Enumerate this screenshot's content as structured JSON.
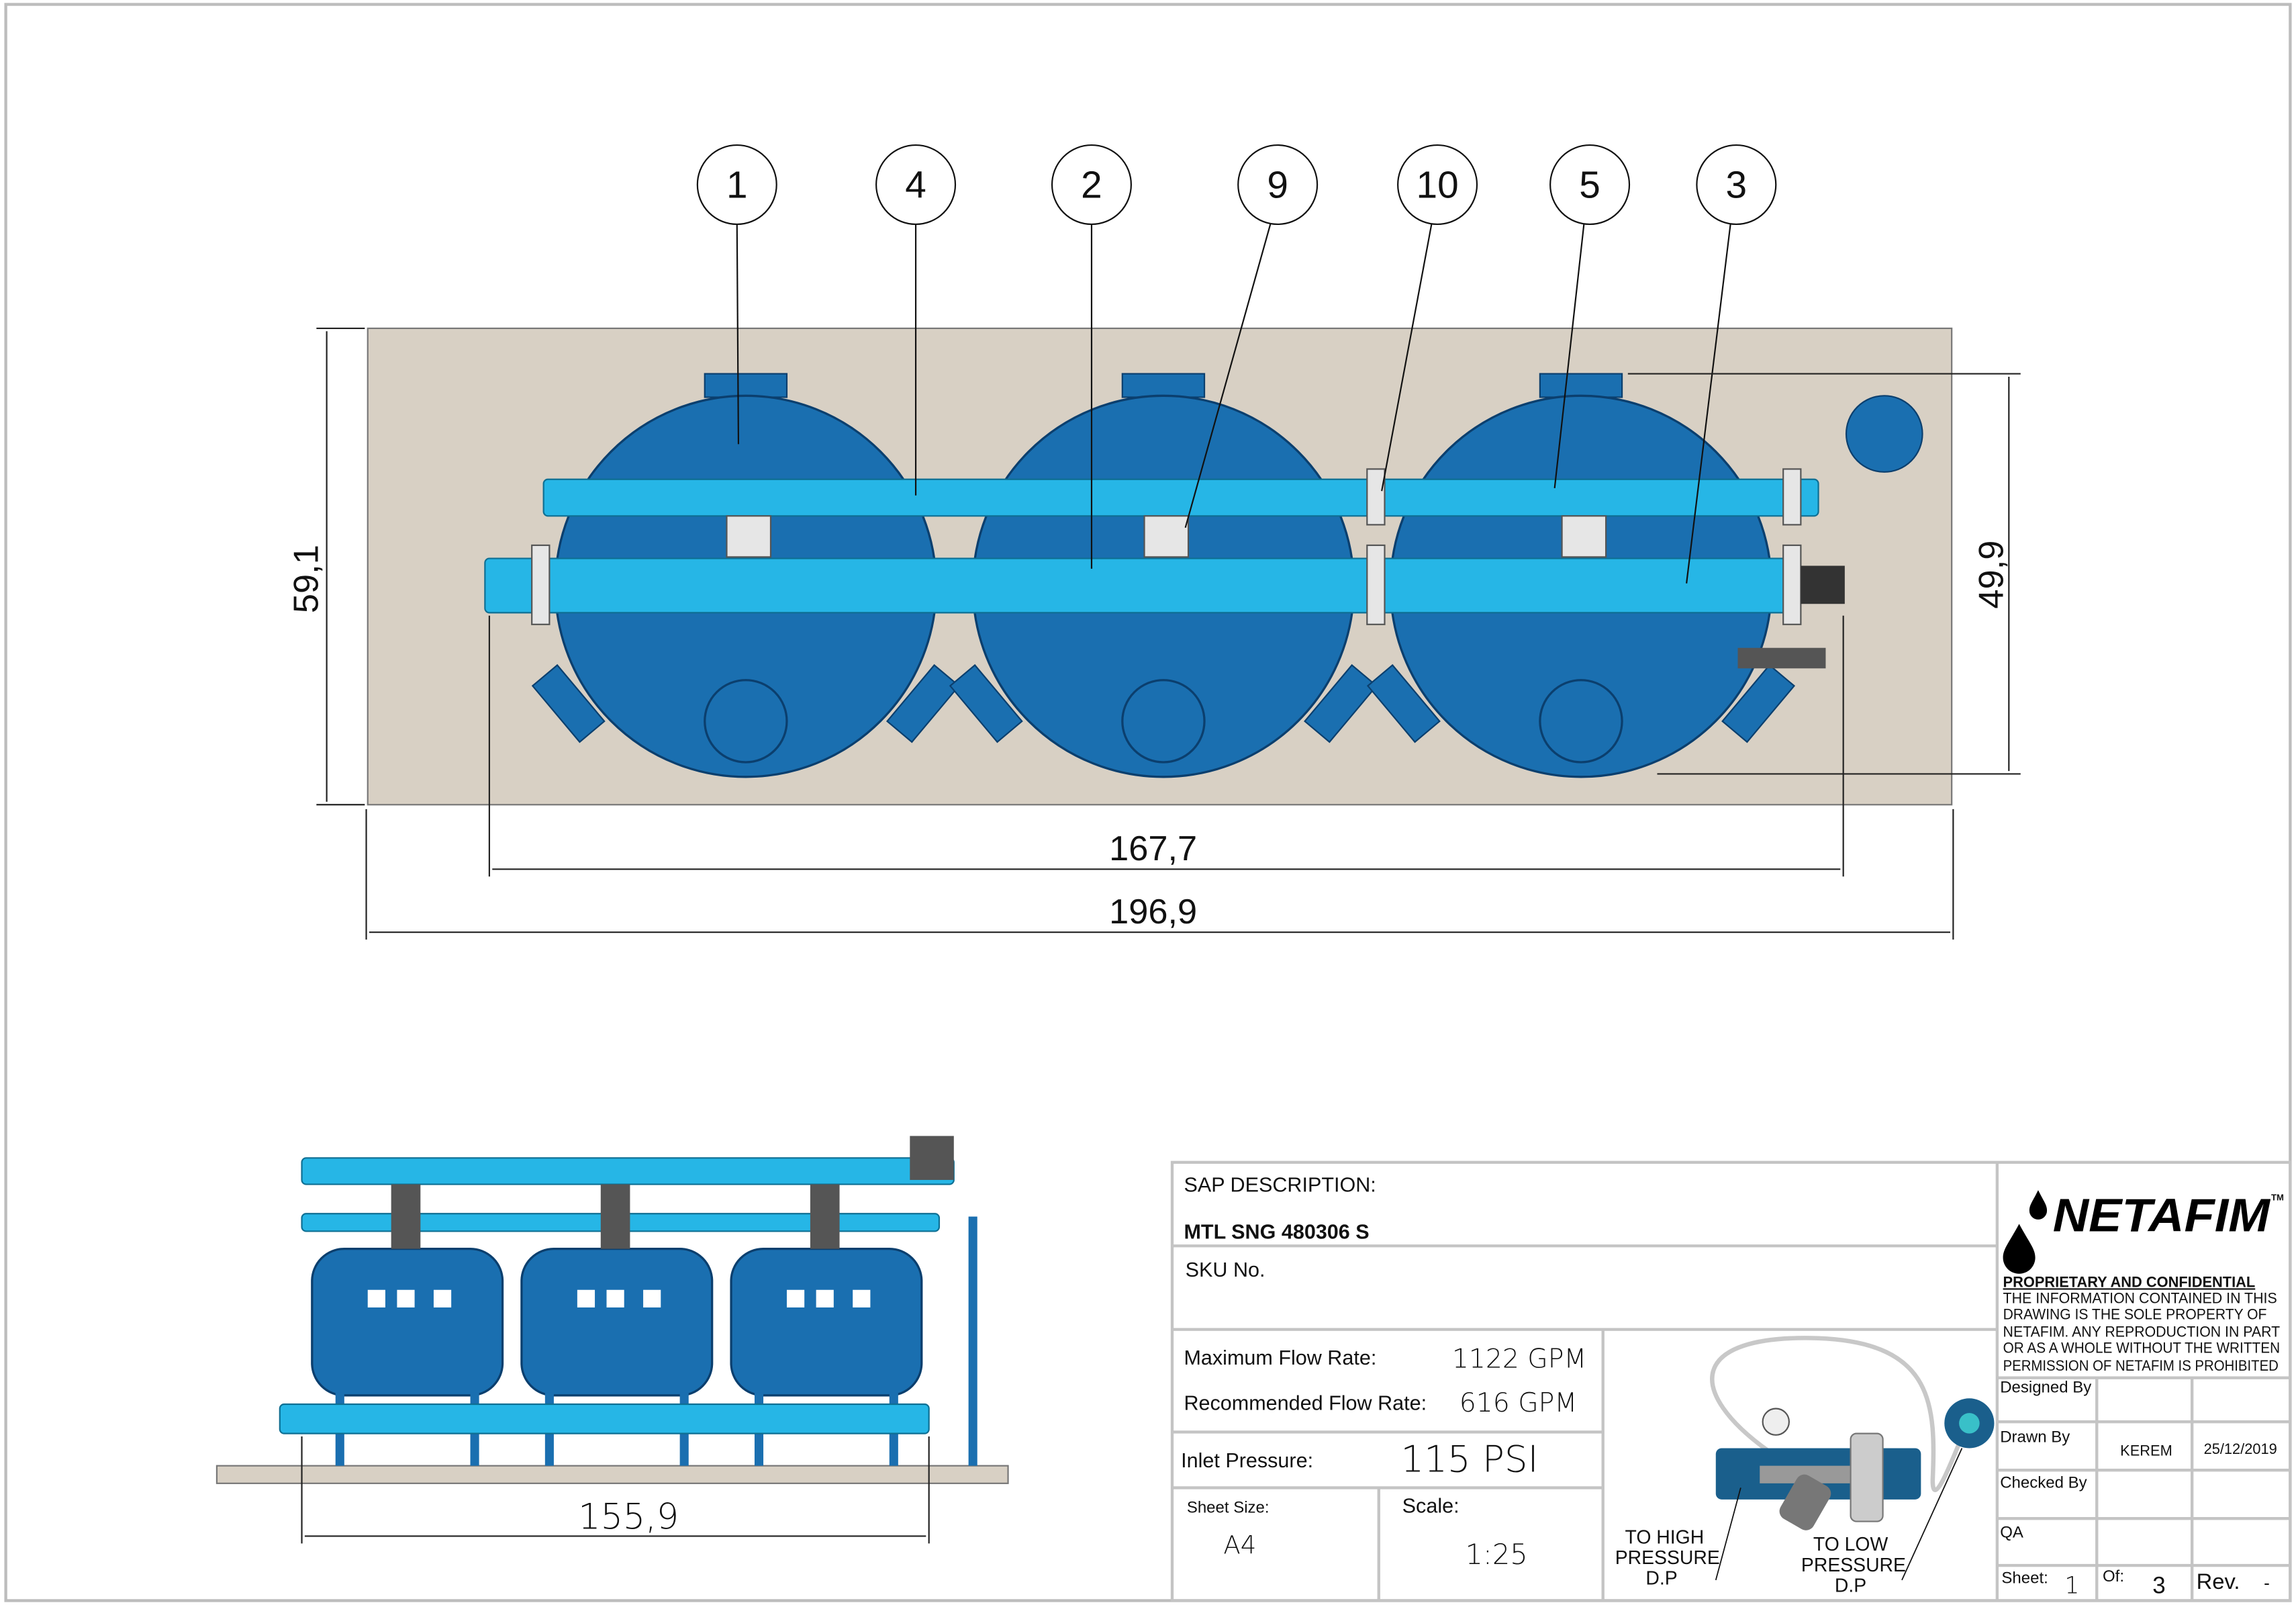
{
  "drawing": {
    "balloons": [
      "1",
      "4",
      "2",
      "9",
      "10",
      "5",
      "3"
    ],
    "dimensions": {
      "height_overall": "59,1",
      "height_tanks": "49,9",
      "length_inner": "167,7",
      "length_overall": "196,9",
      "side_length": "155,9"
    },
    "callouts": {
      "high_pressure": [
        "TO HIGH",
        "PRESSURE",
        "D.P"
      ],
      "low_pressure": [
        "TO LOW",
        "PRESSURE",
        "D.P"
      ]
    }
  },
  "title_block": {
    "sap_label": "SAP DESCRIPTION:",
    "sap_value": "MTL SNG 480306 S",
    "sku_label": "SKU No.",
    "max_flow_label": "Maximum Flow Rate:",
    "max_flow_value": "1122 GPM",
    "rec_flow_label": "Recommended Flow Rate:",
    "rec_flow_value": "616 GPM",
    "inlet_label": "Inlet Pressure:",
    "inlet_value": "115 PSI",
    "sheet_size_label": "Sheet Size:",
    "sheet_size_value": "A4",
    "scale_label": "Scale:",
    "scale_value": "1:25",
    "logo": "NETAFIM",
    "trademark": "TM",
    "confidential_title": "PROPRIETARY AND CONFIDENTIAL",
    "confidential_lines": [
      "THE INFORMATION CONTAINED IN THIS",
      "DRAWING IS THE SOLE PROPERTY OF",
      "NETAFIM. ANY REPRODUCTION IN PART",
      "OR AS A WHOLE WITHOUT THE WRITTEN",
      "PERMISSION OF NETAFIM IS PROHIBITED"
    ],
    "designed_by_label": "Designed By",
    "drawn_by_label": "Drawn By",
    "drawn_by_value": "KEREM",
    "drawn_date": "25/12/2019",
    "checked_by_label": "Checked By",
    "qa_label": "QA",
    "sheet_label": "Sheet:",
    "sheet_value": "1",
    "of_label": "Of:",
    "of_value": "3",
    "rev_label": "Rev.",
    "rev_value": "-"
  },
  "colors": {
    "tank": "#1a6fb0",
    "pipe": "#26b6e6",
    "concrete": "#d8d0c4"
  }
}
